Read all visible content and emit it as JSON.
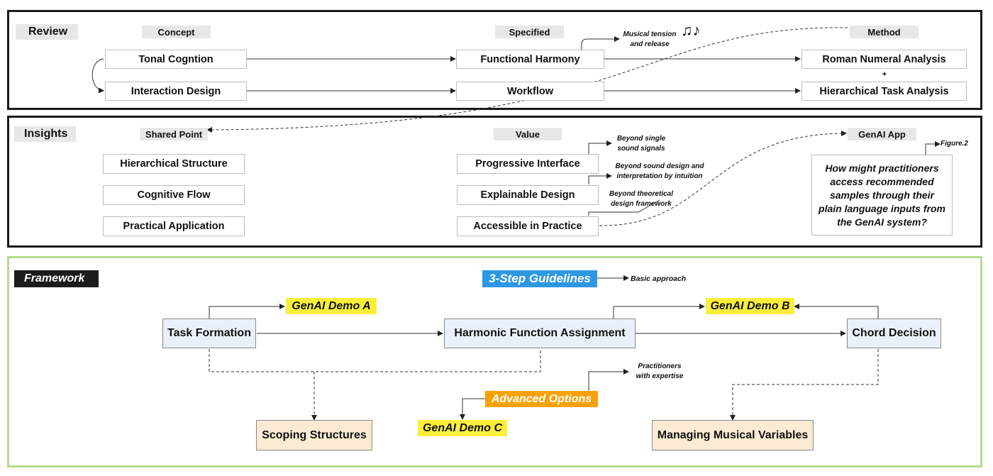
{
  "review": {
    "title": "Review",
    "col_concept": "Concept",
    "col_specified": "Specified",
    "col_method": "Method",
    "concept_1": "Tonal Cogntion",
    "concept_2": "Interaction Design",
    "specified_1": "Functional Harmony",
    "specified_2": "Workflow",
    "method_1": "Roman Numeral Analysis",
    "method_plus": "+",
    "method_2": "Hierarchical Task Analysis",
    "note_line1": "Musical tension",
    "note_line2": "and release",
    "music_glyph": "♫♪"
  },
  "insights": {
    "title": "Insights",
    "col_shared": "Shared Point",
    "col_value": "Value",
    "col_app": "GenAI App",
    "shared_1": "Hierarchical Structure",
    "shared_2": "Cognitive Flow",
    "shared_3": "Practical Application",
    "value_1": "Progressive Interface",
    "value_2": "Explainable Design",
    "value_3": "Accessible in Practice",
    "note_1a": "Beyond single",
    "note_1b": "sound signals",
    "note_2a": "Beyond sound design and",
    "note_2b": "interpretation by intuition",
    "note_3a": "Beyond theoretical",
    "note_3b": "design framework",
    "figure_ref": "Figure.2",
    "question": "How might practitioners access recommended samples through their plain language inputs from the GenAI system?"
  },
  "framework": {
    "title": "Framework",
    "guidelines": "3-Step Guidelines",
    "basic": "Basic approach",
    "task": "Task Formation",
    "harmonic": "Harmonic Function Assignment",
    "chord": "Chord Decision",
    "demo_a": "GenAI Demo A",
    "demo_b": "GenAI Demo B",
    "demo_c": "GenAI Demo C",
    "advanced": "Advanced Options",
    "pract_1": "Practitioners",
    "pract_2": "with expertise",
    "scoping": "Scoping Structures",
    "managing": "Managing Musical Variables"
  }
}
